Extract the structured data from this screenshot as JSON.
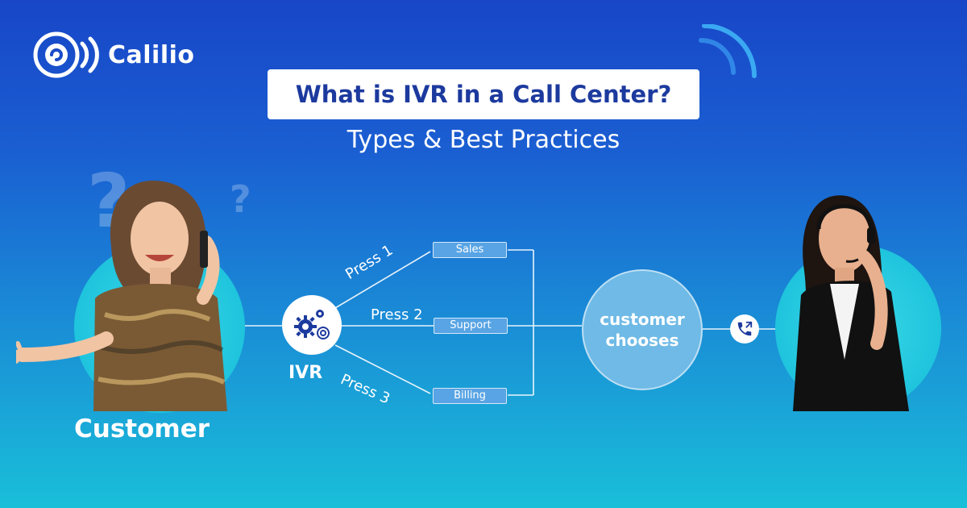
{
  "brand": {
    "name": "Calilio"
  },
  "header": {
    "title": "What is IVR in a Call Center?",
    "subtitle": "Types & Best Practices"
  },
  "diagram": {
    "customer_label": "Customer",
    "ivr_label": "IVR",
    "options": [
      {
        "press": "Press 1",
        "label": "Sales"
      },
      {
        "press": "Press 2",
        "label": "Support"
      },
      {
        "press": "Press 3",
        "label": "Billing"
      }
    ],
    "decision_label": "customer chooses"
  },
  "icons": {
    "logo": "calilio-logo-icon",
    "ivr": "gears-icon",
    "call": "phone-forward-icon",
    "signal": "signal-waves-icon"
  },
  "colors": {
    "title_text": "#1c3a9e",
    "accent_circle": "#1fc4dd",
    "option_box": "#58a4e4",
    "decision_circle": "#6fbae6"
  }
}
